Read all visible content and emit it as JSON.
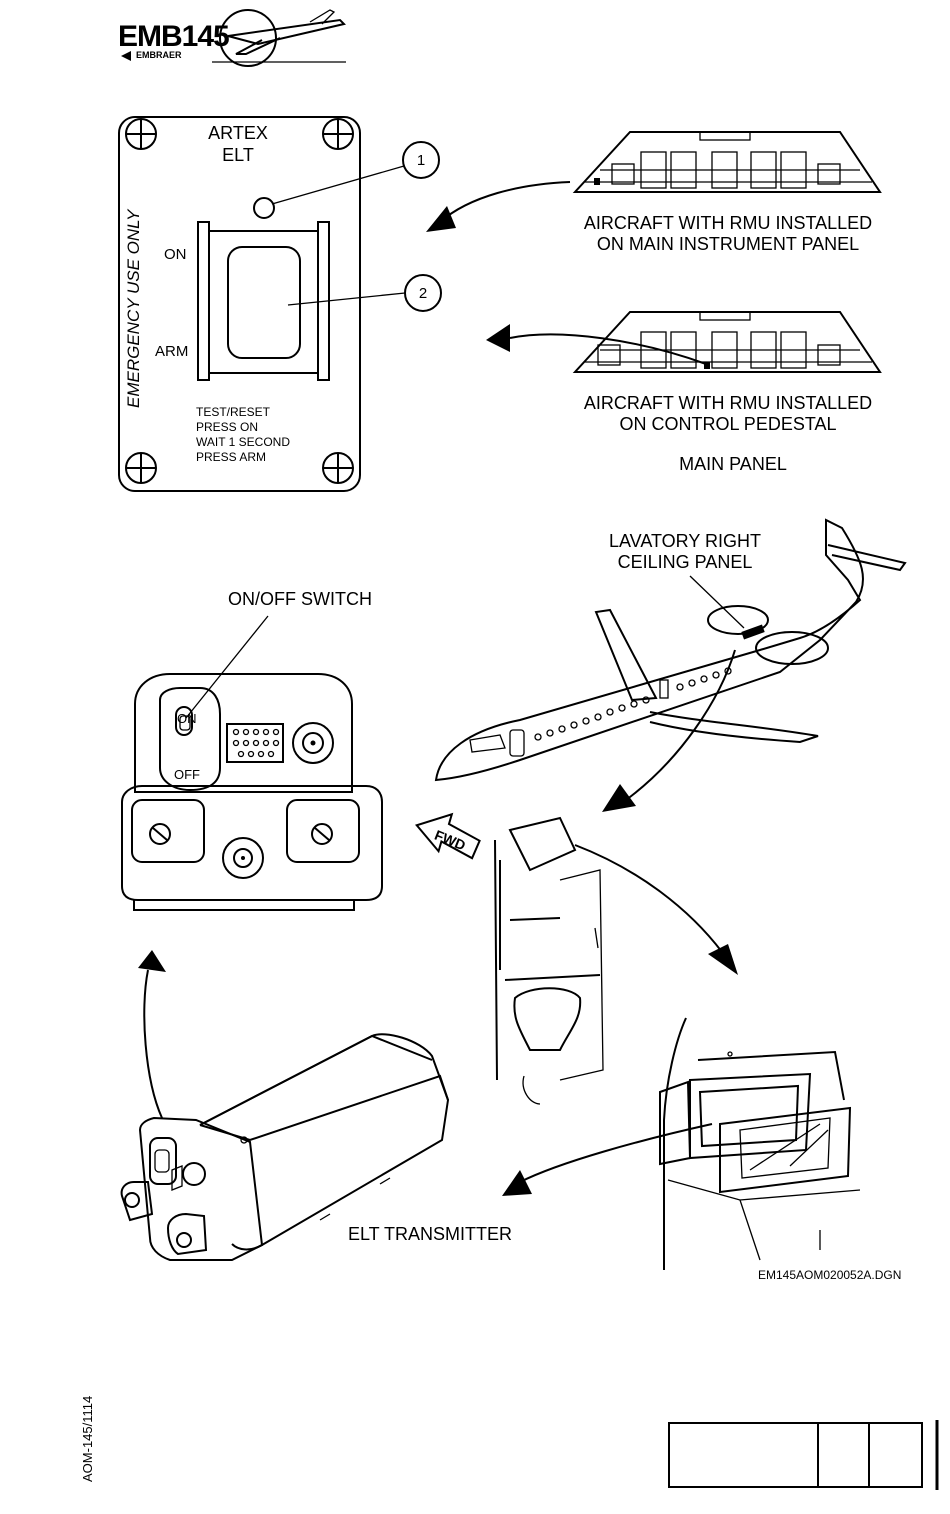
{
  "header": {
    "logo_text": "EMB145",
    "brand_text": "EMBRAER"
  },
  "control_panel": {
    "title_line1": "ARTEX",
    "title_line2": "ELT",
    "side_label": "EMERGENCY USE ONLY",
    "on_label": "ON",
    "arm_label": "ARM",
    "instructions": [
      "TEST/RESET",
      "PRESS ON",
      "WAIT 1 SECOND",
      "PRESS ARM"
    ],
    "callout_1": "1",
    "callout_2": "2"
  },
  "panel_views": {
    "main_instrument_line1": "AIRCRAFT WITH RMU INSTALLED",
    "main_instrument_line2": "ON MAIN INSTRUMENT PANEL",
    "pedestal_line1": "AIRCRAFT WITH RMU INSTALLED",
    "pedestal_line2": "ON CONTROL PEDESTAL",
    "main_panel_caption": "MAIN PANEL"
  },
  "aircraft": {
    "lavatory_line1": "LAVATORY RIGHT",
    "lavatory_line2": "CEILING PANEL",
    "fwd_label": "FWD"
  },
  "transmitter": {
    "switch_caption": "ON/OFF SWITCH",
    "switch_on": "ON",
    "switch_off": "OFF",
    "caption": "ELT TRANSMITTER"
  },
  "footer": {
    "drawing_id": "EM145AOM020052A.DGN",
    "doc_code": "AOM-145/1114"
  }
}
